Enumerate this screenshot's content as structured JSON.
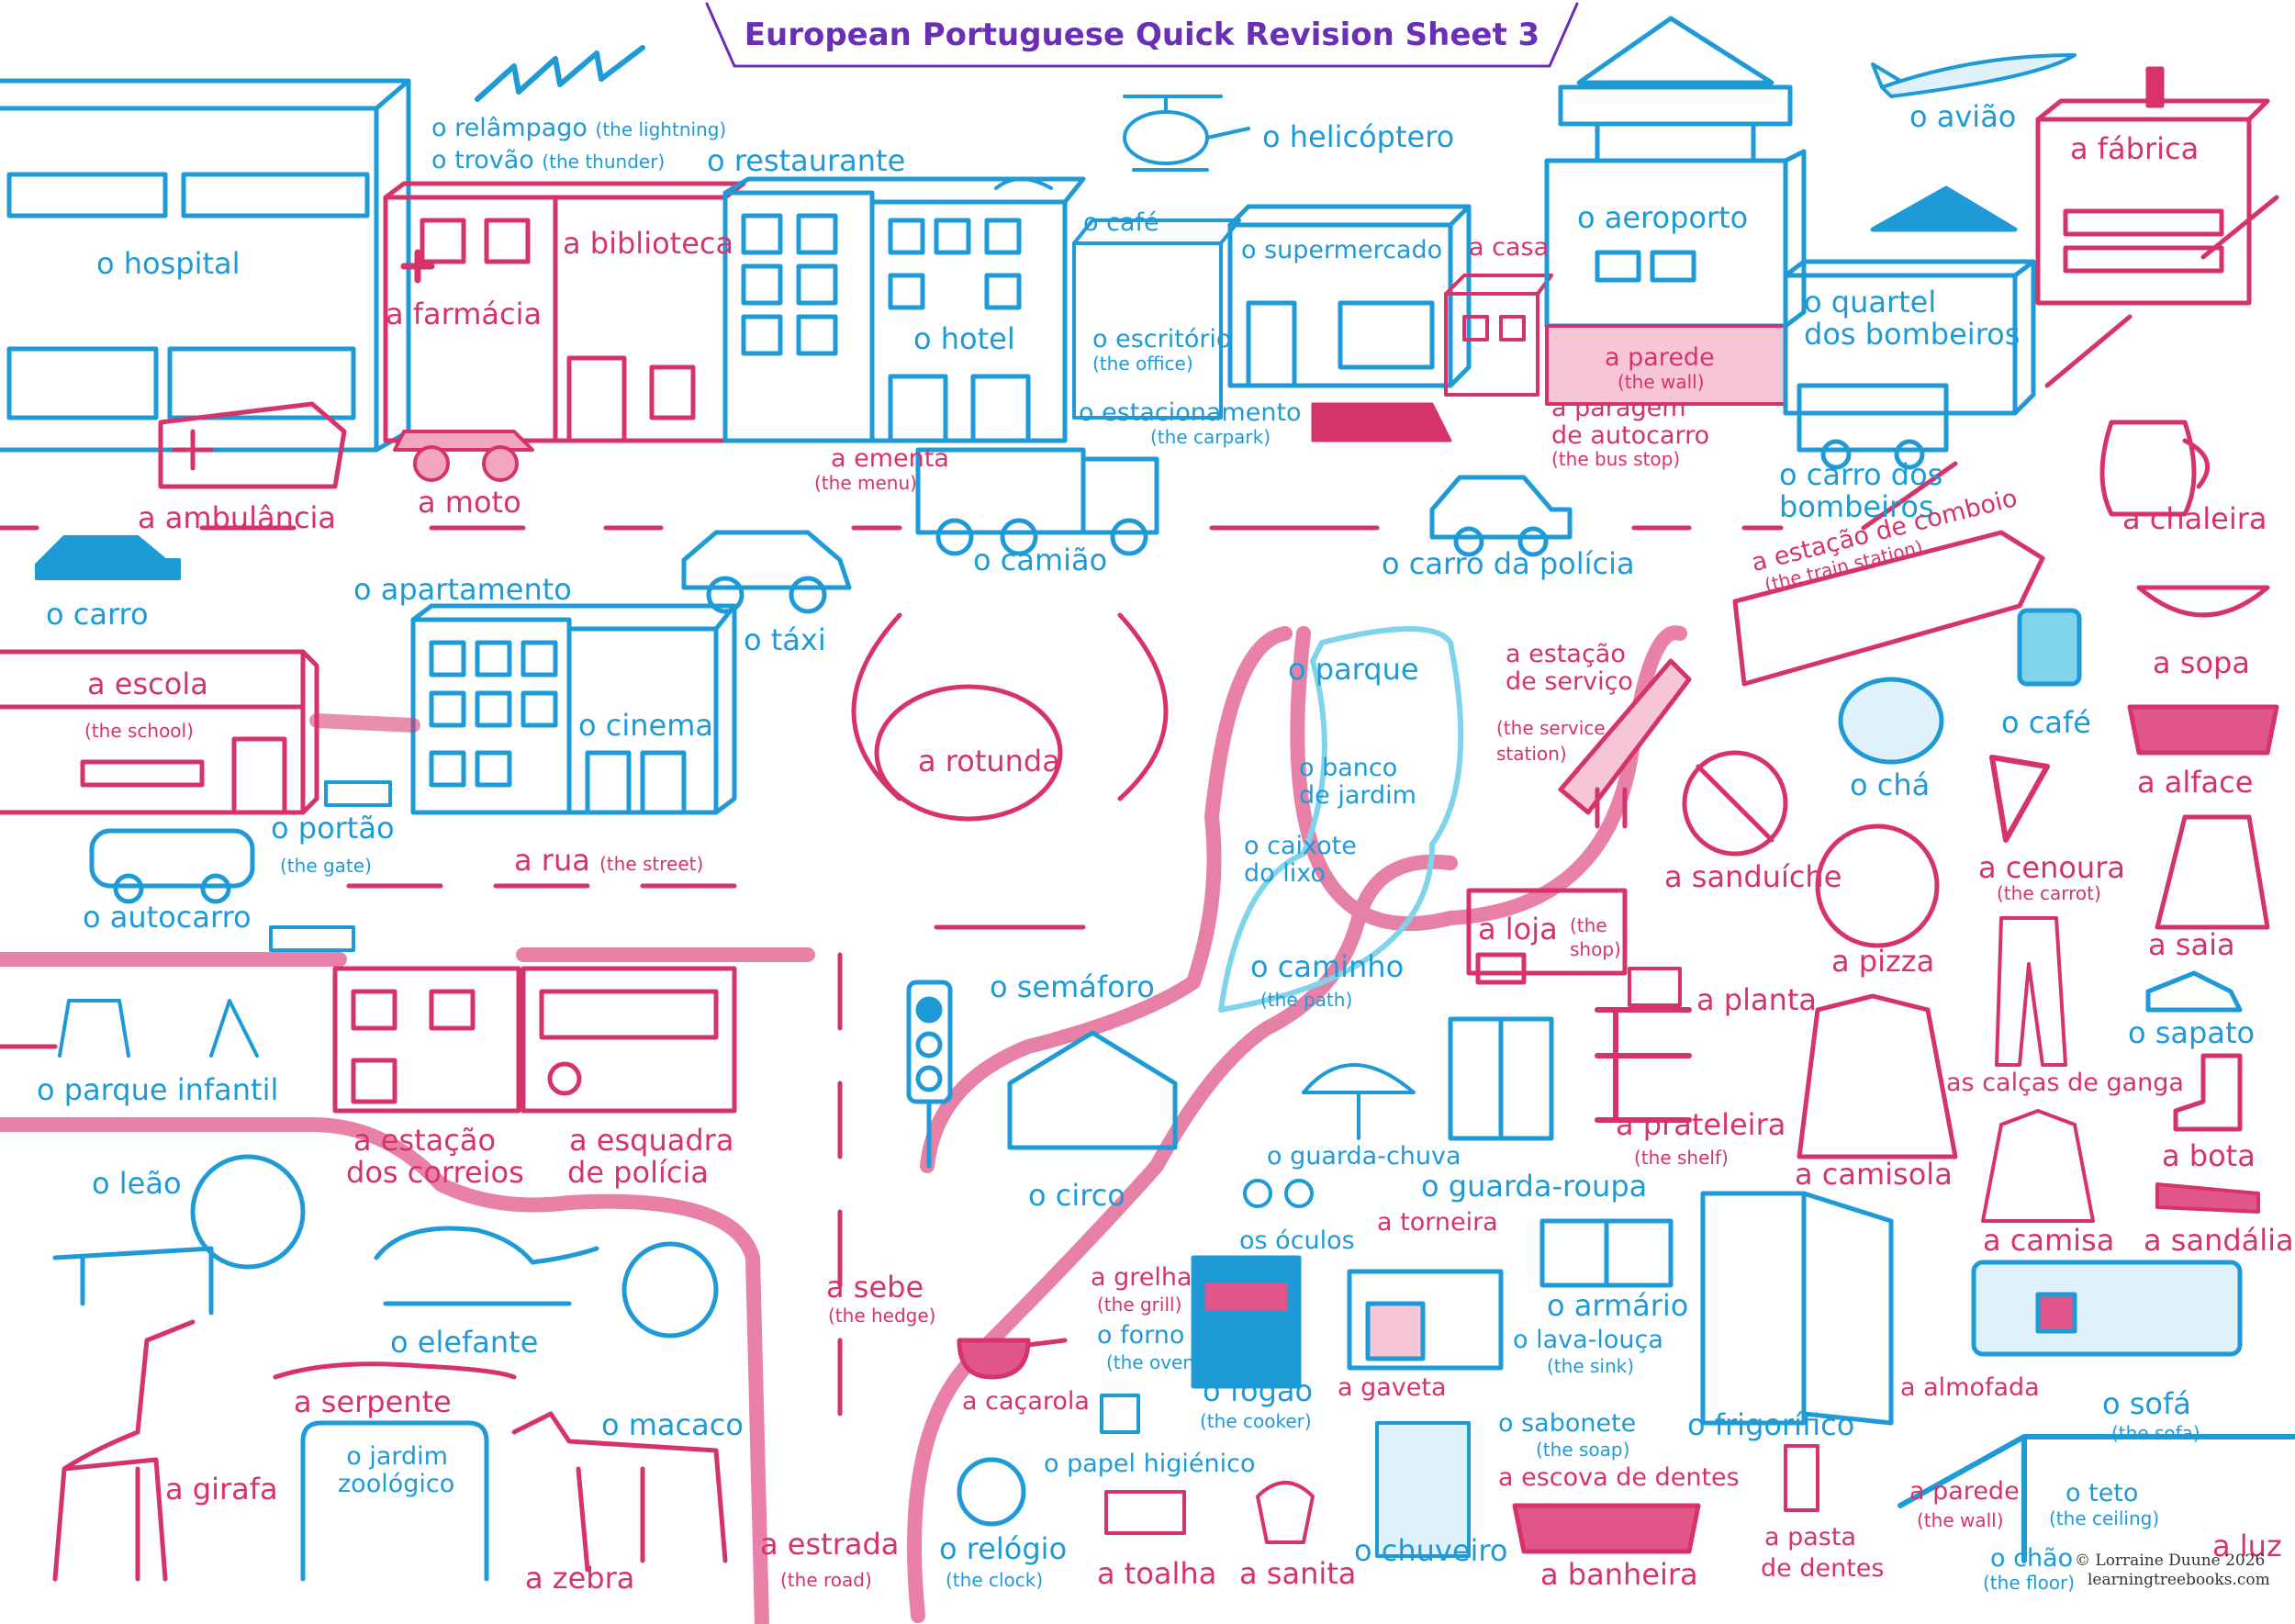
{
  "title": "European Portuguese Quick Revision Sheet 3",
  "colors": {
    "blue": "#1e9bd7",
    "pink": "#d6336c",
    "purple": "#6a2fb5"
  },
  "labels": {
    "relampago": "o relâmpago",
    "relampago_en": "(the lightning)",
    "trovao": "o trovão",
    "trovao_en": "(the thunder)",
    "restaurante": "o restaurante",
    "helicoptero": "o helicóptero",
    "aviao": "o avião",
    "fabrica": "a fábrica",
    "hospital": "o hospital",
    "farmacia": "a farmácia",
    "biblioteca": "a biblioteca",
    "hotel": "o hotel",
    "cafe_shop": "o café",
    "supermercado": "o supermercado",
    "casa": "a casa",
    "aeroporto": "o aeroporto",
    "escritorio": "o escritório",
    "escritorio_en": "(the office)",
    "parede_top": "a parede",
    "parede_top_en": "(the wall)",
    "quartel": "o quartel",
    "quartel2": "dos bombeiros",
    "estacionamento": "o estacionamento",
    "estacionamento_en": "(the carpark)",
    "paragem": "a paragem",
    "paragem2": "de autocarro",
    "paragem_en": "(the bus stop)",
    "ementa": "a ementa",
    "ementa_en": "(the menu)",
    "carro_bombeiros": "o carro dos",
    "carro_bombeiros2": "bombeiros",
    "chaleira": "a chaleira",
    "ambulancia": "a ambulância",
    "moto": "a moto",
    "carro": "o carro",
    "camiao": "o camião",
    "carro_policia": "o carro da polícia",
    "estacao_comboio": "a estação de comboio",
    "estacao_comboio_en": "(the train station)",
    "sopa": "a sopa",
    "apartamento": "o apartamento",
    "taxi": "o táxi",
    "escola": "a escola",
    "escola_en": "(the school)",
    "cinema": "o cinema",
    "rotunda": "a rotunda",
    "parque": "o parque",
    "estacao_servico": "a estação",
    "estacao_servico2": "de serviço",
    "estacao_servico_en": "(the service",
    "estacao_servico_en2": "station)",
    "cafe_drink": "o café",
    "cha": "o chá",
    "alface": "a alface",
    "banco": "o banco",
    "banco2": "de jardim",
    "caixote": "o caixote",
    "caixote2": "do lixo",
    "sanduiche": "a sanduíche",
    "cenoura": "a cenoura",
    "cenoura_en": "(the carrot)",
    "portao": "o portão",
    "portao_en": "(the gate)",
    "rua": "a rua",
    "rua_en": "(the street)",
    "pizza": "a pizza",
    "saia": "a saia",
    "autocarro": "o autocarro",
    "loja": "a loja",
    "loja_en": "(the",
    "loja_en2": "shop)",
    "caminho": "o caminho",
    "caminho_en": "(the path)",
    "semaforo": "o semáforo",
    "planta": "a planta",
    "sapato": "o sapato",
    "parque_infantil": "o parque infantil",
    "calcas": "as calças de ganga",
    "estacao_correios": "a estação",
    "estacao_correios2": "dos correios",
    "esquadra": "a esquadra",
    "esquadra2": "de polícia",
    "prateleira": "a prateleira",
    "prateleira_en": "(the shelf)",
    "bota": "a bota",
    "leao": "o leão",
    "guarda_chuva": "o guarda-chuva",
    "guarda_roupa": "o guarda-roupa",
    "camisola": "a camisola",
    "circo": "o circo",
    "torneira": "a torneira",
    "oculos": "os óculos",
    "camisa": "a camisa",
    "sandalia": "a sandália",
    "sebe": "a sebe",
    "sebe_en": "(the hedge)",
    "grelha": "a grelha",
    "grelha_en": "(the grill)",
    "armario": "o armário",
    "elefante": "o elefante",
    "forno": "o forno",
    "forno_en": "(the oven)",
    "lava_louca": "o lava-louça",
    "lava_louca_en": "(the sink)",
    "cacarola": "a caçarola",
    "fogao": "o fogão",
    "fogao_en": "(the cooker)",
    "gaveta": "a gaveta",
    "almofada": "a almofada",
    "sofa": "o sofá",
    "sofa_en": "(the sofa)",
    "serpente": "a serpente",
    "frigorifico": "o frigorífico",
    "sabonete": "o sabonete",
    "sabonete_en": "(the soap)",
    "macaco": "o macaco",
    "jardim_zoo": "o jardim",
    "jardim_zoo2": "zoológico",
    "papel": "o papel higiénico",
    "escova": "a escova de dentes",
    "girafa": "a girafa",
    "parede_bottom": "a parede",
    "parede_bottom_en": "(the wall)",
    "teto": "o teto",
    "teto_en": "(the ceiling)",
    "estrada": "a estrada",
    "estrada_en": "(the road)",
    "relogio": "o relógio",
    "relogio_en": "(the clock)",
    "pasta": "a pasta",
    "pasta2": "de dentes",
    "chao": "o chão",
    "chao_en": "(the floor)",
    "luz": "a luz",
    "zebra": "a zebra",
    "toalha": "a toalha",
    "sanita": "a sanita",
    "chuveiro": "o chuveiro",
    "banheira": "a banheira"
  },
  "credit": {
    "line1": "© Lorraine Duune 2026",
    "line2": "learningtreebooks.com"
  }
}
